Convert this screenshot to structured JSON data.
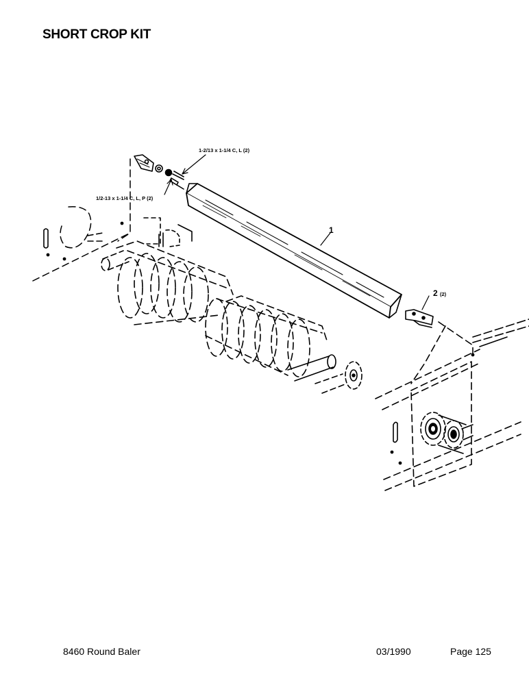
{
  "page": {
    "title": "SHORT CROP KIT"
  },
  "callouts": {
    "bolt_upper": "1-2/13 x 1-1/4 C, L (2)",
    "bolt_lower": "1/2-13 x 1-1/4 C, L, P (2)",
    "item_1": "1",
    "item_2": "2",
    "item_2_qty": "(2)"
  },
  "footer": {
    "model": "8460 Round Baler",
    "date": "03/1990",
    "page": "Page 125"
  }
}
